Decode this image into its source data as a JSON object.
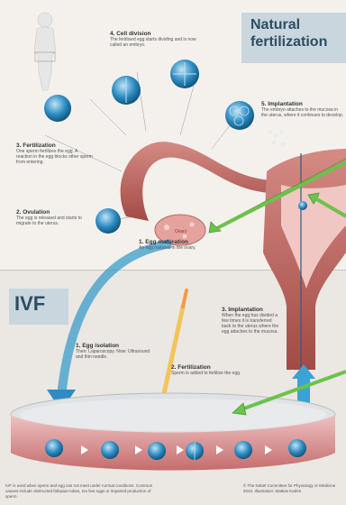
{
  "titles": {
    "natural": "Natural fertilization",
    "ivf": "IVF"
  },
  "steps": {
    "cell_division": {
      "title": "4. Cell division",
      "body": "The fertilised egg starts dividing and is now called an embryo."
    },
    "implantation_natural": {
      "title": "5. Implantation",
      "body": "The embryo attaches to the mucosa in the uterus, where it continues to develop."
    },
    "fertilization_natural": {
      "title": "3. Fertilization",
      "body": "One sperm fertilizes the egg. A reaction in the egg blocks other sperm from entering."
    },
    "ovulation": {
      "title": "2. Ovulation",
      "body": "The egg is released and starts to migrate to the uterus."
    },
    "egg_maturation": {
      "title": "1. Egg maturation",
      "body": "An egg matures in the ovary."
    },
    "egg_isolation": {
      "title": "1. Egg isolation",
      "body": "Then: Laparoscopy. Now: Ultrasound and thin needle."
    },
    "fertilization_ivf": {
      "title": "2. Fertilization",
      "body": "Sperm is added to fertilize the egg."
    },
    "implantation_ivf": {
      "title": "3. Implantation",
      "body": "When the egg has divided a few times it is transferred back to the uterus where the egg attaches to the mucosa."
    }
  },
  "ovary_label": "Ovary",
  "footer": {
    "note": "IVF is used when sperm and egg can not meet under normal conditions. Common causes include obstructed fallopian tubes, too few eggs or impaired production of sperm.",
    "credit": "© The Nobel Committee for Physiology or Medicine 2010. Illustration: Mattias Karlén"
  },
  "colors": {
    "cell_blue": "#1f7fb5",
    "tube_red": "#b55a55",
    "arrow_green": "#5fb84a",
    "dish_pink": "#d98b8b"
  }
}
